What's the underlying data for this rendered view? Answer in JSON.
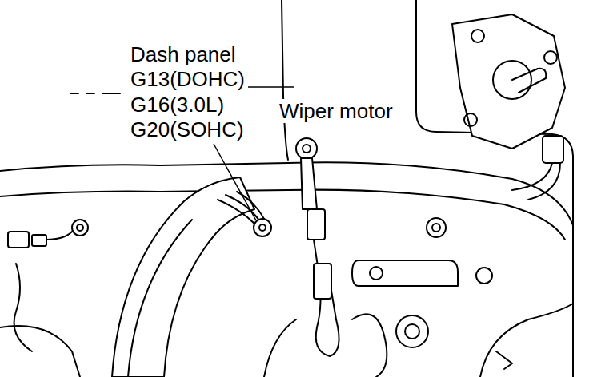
{
  "diagram": {
    "labels": [
      "Dash panel",
      "G13(DOHC)",
      "G16(3.0L)",
      "G20(SOHC)",
      "Wiper motor"
    ]
  }
}
